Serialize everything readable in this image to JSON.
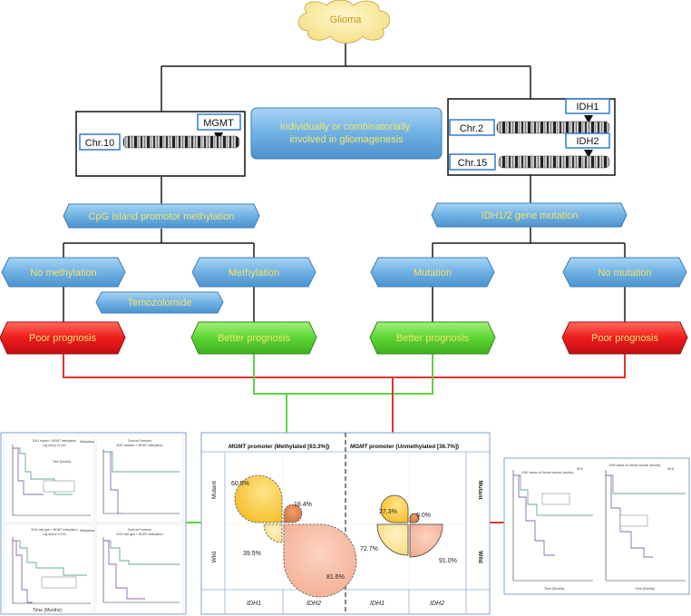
{
  "colors": {
    "blue_box": "#7ab8e6",
    "blue_text": "#f5e46a",
    "red_box": "#e8141e",
    "green_box": "#62d93a",
    "cloud": "#f8e79a",
    "line_red": "#e3332b",
    "line_green": "#5fd14a",
    "panel_border": "#8fb1d8"
  },
  "title": "Glioma",
  "center_box": "Individually or combinatorially involved in gliomagenesis",
  "chromosomes": {
    "mgmt_label": "MGMT",
    "chr10": "Chr.10",
    "idh1_label": "IDH1",
    "chr2": "Chr.2",
    "idh2_label": "IDH2",
    "chr15": "Chr.15"
  },
  "left_branch": {
    "header": "CpG island promotor methylation",
    "no_methylation": "No methylation",
    "methylation": "Methylation",
    "temozolomide": "Temozolomide",
    "poor": "Poor prognosis",
    "better": "Better prognosis"
  },
  "right_branch": {
    "header": "IDH1/2 gene mutation",
    "mutation": "Mutation",
    "no_mutation": "No mutation",
    "better": "Better prognosis",
    "poor": "Poor prognosis"
  },
  "center_panel": {
    "col1_prefix": "MGMT",
    "col1_suffix": " promoter (Methylated [63.3%])",
    "col2_prefix": "MGMT",
    "col2_suffix": " promoter (Unmethylated [36.7%])",
    "row_mutant": "Mutant",
    "row_wild": "Wild",
    "row_mutant_right": "Mutant",
    "row_wild_right": "Wild",
    "foot_idh1_a": "IDH1",
    "foot_idh2_a": "IDH2",
    "foot_idh1_b": "IDH1",
    "foot_idh2_b": "IDH2",
    "pct_m_mut_idh1": "60.5%",
    "pct_m_mut_idh2": "18.4%",
    "pct_m_wild_idh1": "39.5%",
    "pct_m_wild_idh2": "81.6%",
    "pct_u_mut_idh1": "27.3%",
    "pct_u_mut_idh2": "9.0%",
    "pct_u_wild_idh1": "72.7%",
    "pct_u_wild_idh2": "91.0%"
  },
  "left_panel": {
    "p1_title": "IDH1 mutant + MGMT methylation",
    "p1_sub": "Log rank p=0.XXX",
    "p1_legend": "Methylation",
    "p2_title": "Survival Functions",
    "p2_sub": "IDH1 mutation + MGMT methylation",
    "p3_title": "IDH1 wild type + MGMT methylation",
    "p3_sub": "Log rank p=0.XXX",
    "p3_legend": "Methylation",
    "p4_title": "Survival Functions",
    "p4_sub": "IDH2 wild type + MGMT methylation",
    "xaxis": "Time (Months)"
  },
  "right_panel": {
    "p1_title": "IDH1 status vs Overall survival (months)",
    "p1_legend": "IDH1",
    "p2_title": "IDH2 status vs Overall survival (months)",
    "p2_legend": "IDH2",
    "xaxis": "Time (Months)"
  }
}
